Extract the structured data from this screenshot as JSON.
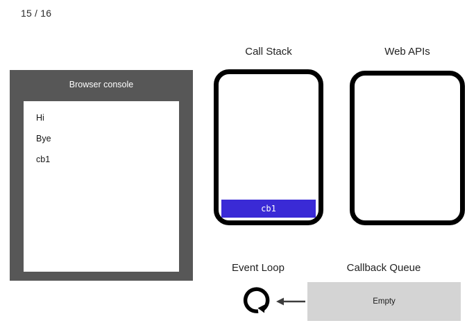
{
  "slide": {
    "counter": "15 / 16"
  },
  "console": {
    "title": "Browser console",
    "lines": [
      "Hi",
      "Bye",
      "cb1"
    ]
  },
  "call_stack": {
    "heading": "Call Stack",
    "frames": [
      {
        "label": "cb1",
        "color": "#3a2ad6"
      }
    ]
  },
  "web_apis": {
    "heading": "Web APIs",
    "items": []
  },
  "event_loop": {
    "heading": "Event Loop",
    "icon": "circular-arrow-icon"
  },
  "callback_queue": {
    "heading": "Callback Queue",
    "status": "Empty",
    "items": []
  },
  "arrow": {
    "icon": "arrow-left-icon",
    "color": "#3c3c3c"
  },
  "colors": {
    "console_frame": "#575757",
    "console_background": "#ffffff",
    "box_border": "#000000",
    "stack_frame": "#3a2ad6",
    "queue_background": "#d4d4d4",
    "page_background": "#ffffff"
  }
}
